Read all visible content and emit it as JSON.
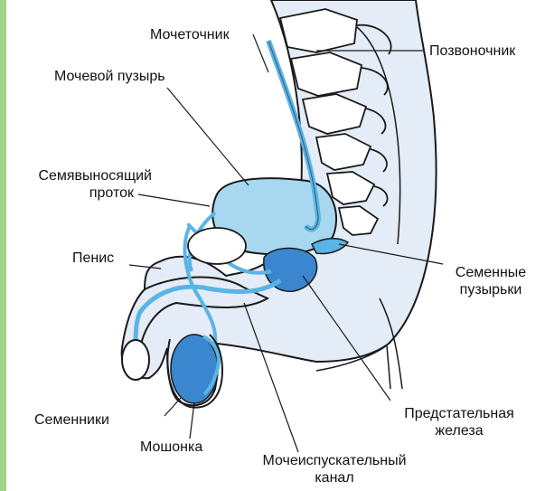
{
  "labels": {
    "ureter": "Мочеточник",
    "spine": "Позвоночник",
    "bladder": "Мочевой пузырь",
    "vas_deferens_line1": "Семявыносящий",
    "vas_deferens_line2": "проток",
    "penis": "Пенис",
    "seminal_line1": "Семенные",
    "seminal_line2": "пузырьки",
    "testes": "Семенники",
    "prostate_line1": "Предстательная",
    "prostate_line2": "железа",
    "scrotum": "Мошонка",
    "urethra_line1": "Мочеиспускательный",
    "urethra_line2": "канал"
  },
  "colors": {
    "body_fill": "#e4ecf7",
    "organ_light_blue": "#a8d8f0",
    "duct_blue": "#5ab4e6",
    "organ_dark_blue": "#3a86cf",
    "outline": "#1a1a1a",
    "accent_bar": "#9fd58a"
  }
}
